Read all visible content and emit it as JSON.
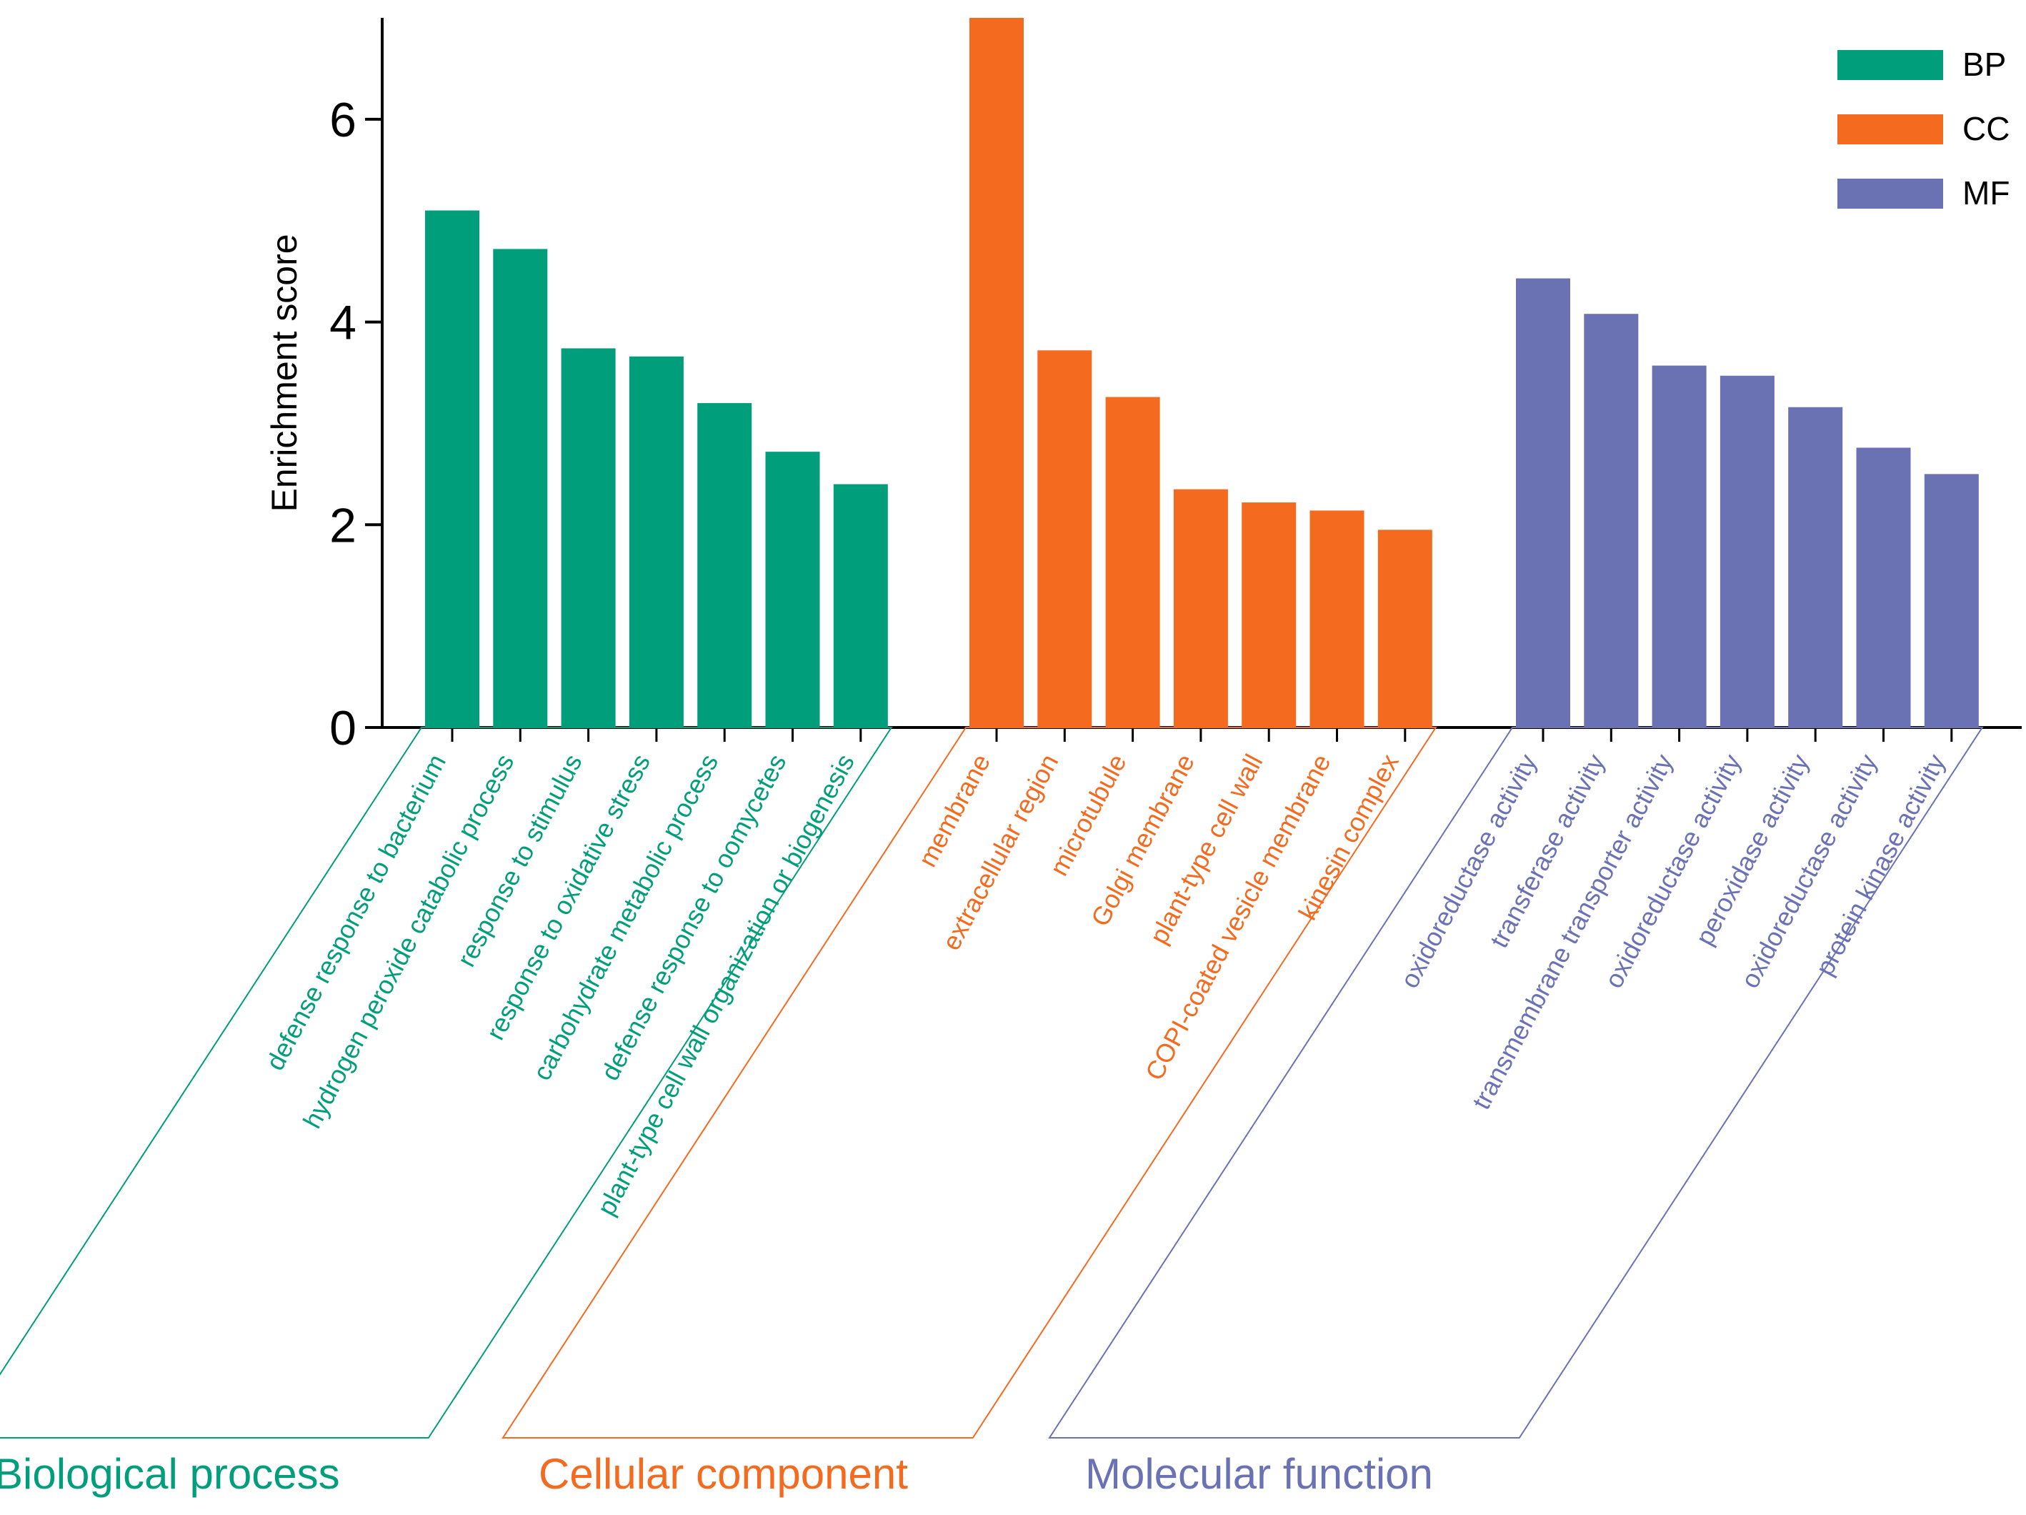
{
  "chart_data": {
    "type": "bar",
    "ylabel": "Enrichment score",
    "ylim": [
      0,
      7
    ],
    "yticks": [
      0,
      2,
      4,
      6
    ],
    "grid": false,
    "legend_position": "top-right",
    "legend": [
      {
        "label": "BP",
        "color": "#009E7A"
      },
      {
        "label": "CC",
        "color": "#F46A1F"
      },
      {
        "label": "MF",
        "color": "#6B72B4"
      }
    ],
    "groups": [
      {
        "key": "BP",
        "title": "Biological process",
        "color": "#009E7A",
        "categories": [
          "defense response to bacterium",
          "hydrogen peroxide catabolic process",
          "response to stimulus",
          "response to oxidative stress",
          "carbohydrate metabolic process",
          "defense response to oomycetes",
          "plant-type cell wall organization or biogenesis"
        ],
        "values": [
          5.1,
          4.72,
          3.74,
          3.66,
          3.2,
          2.72,
          2.4
        ]
      },
      {
        "key": "CC",
        "title": "Cellular component",
        "color": "#F46A1F",
        "categories": [
          "membrane",
          "extracellular region",
          "microtubule",
          "Golgi membrane",
          "plant-type cell wall",
          "COPI-coated vesicle membrane",
          "kinesin complex"
        ],
        "values": [
          7.0,
          3.72,
          3.26,
          2.35,
          2.22,
          2.14,
          1.95
        ]
      },
      {
        "key": "MF",
        "title": "Molecular function",
        "color": "#6B72B4",
        "categories": [
          "oxidoreductase activity",
          "transferase activity",
          "transmembrane transporter activity",
          "oxidoreductase activity",
          "peroxidase activity",
          "oxidoreductase activity",
          "protein kinase activity"
        ],
        "values": [
          4.43,
          4.08,
          3.57,
          3.47,
          3.16,
          2.76,
          2.5
        ]
      }
    ]
  }
}
